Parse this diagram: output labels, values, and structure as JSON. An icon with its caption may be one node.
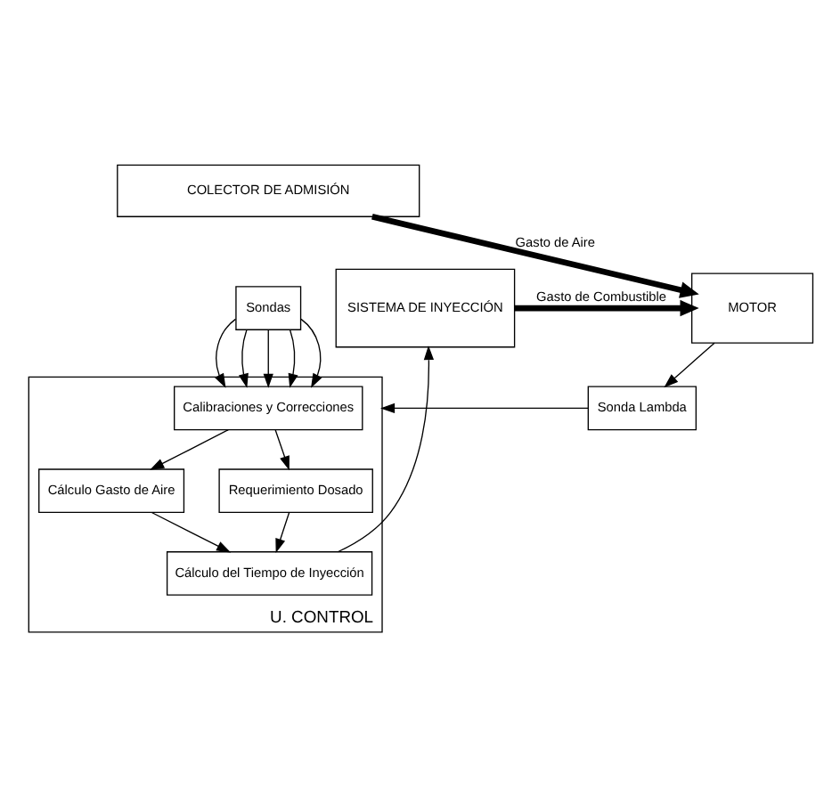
{
  "diagram": {
    "nodes": [
      {
        "text": [
          "COLECTOR DE ADMISIÓN"
        ]
      },
      {
        "text": [
          "Sondas"
        ]
      },
      {
        "text": [
          "U. CONTROL"
        ]
      },
      {
        "text": [
          "Calibraciones y Correcciones"
        ],
        "in": 2
      },
      {
        "text": [
          "Cálculo Gasto de Aire"
        ],
        "in": 2
      },
      {
        "text": [
          "Requerimiento Dosado"
        ],
        "in": 2
      },
      {
        "text": [
          "Cálculo del Tiempo de Inyección"
        ],
        "in": 2
      },
      {
        "text": [
          "Sonda Lambda"
        ]
      },
      {
        "text": [
          "SISTEMA DE INYECCIÓN"
        ]
      },
      {
        "text": [
          "MOTOR"
        ]
      }
    ],
    "edges": [
      {
        "from": 1,
        "to": 3,
        "arrow": "to"
      },
      {
        "from": 1,
        "to": 3,
        "arrow": "to"
      },
      {
        "from": 1,
        "to": 3,
        "arrow": "to"
      },
      {
        "from": 1,
        "to": 3,
        "arrow": "to"
      },
      {
        "from": 1,
        "to": 3,
        "arrow": "to"
      },
      {
        "from": 3,
        "to": 4,
        "arrow": "to"
      },
      {
        "from": 3,
        "to": 5,
        "arrow": "to"
      },
      {
        "from": 4,
        "to": 6,
        "arrow": "to"
      },
      {
        "from": 5,
        "to": 6,
        "arrow": "to"
      },
      {
        "from": 6,
        "to": 8,
        "arrow": "to"
      },
      {
        "from": 7,
        "to": 2,
        "arrow": "to"
      },
      {
        "from": 9,
        "to": 7,
        "arrow": "to"
      },
      {
        "from": 8,
        "to": 9,
        "label": "Gasto de Combustible",
        "arrow": "to",
        "style": "thick"
      },
      {
        "from": 0,
        "to": 9,
        "label": "Gasto de Aire",
        "arrow": "to",
        "style": "thick"
      }
    ]
  }
}
